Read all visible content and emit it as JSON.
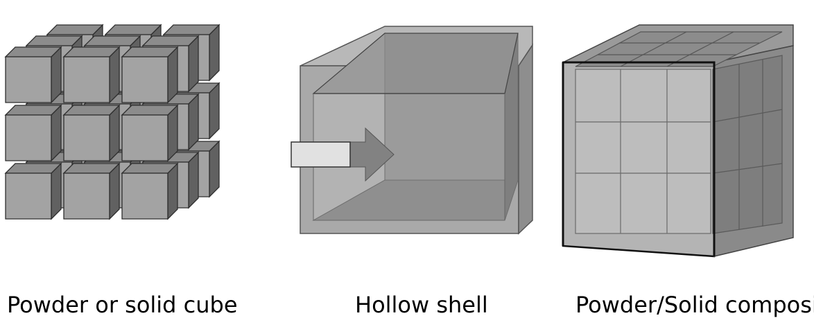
{
  "panels": [
    {
      "caption": "Powder or solid cube"
    },
    {
      "caption": "Hollow shell"
    },
    {
      "caption": "Powder/Solid composite"
    }
  ],
  "colors": {
    "cube_front": "#a3a3a3",
    "cube_top": "#8c8c8c",
    "cube_side": "#616161",
    "shell_face": "#9e9e9e",
    "shell_edge": "#6f6f6f",
    "arrow_body": "#e1e1e1",
    "arrow_head": "#828282"
  }
}
